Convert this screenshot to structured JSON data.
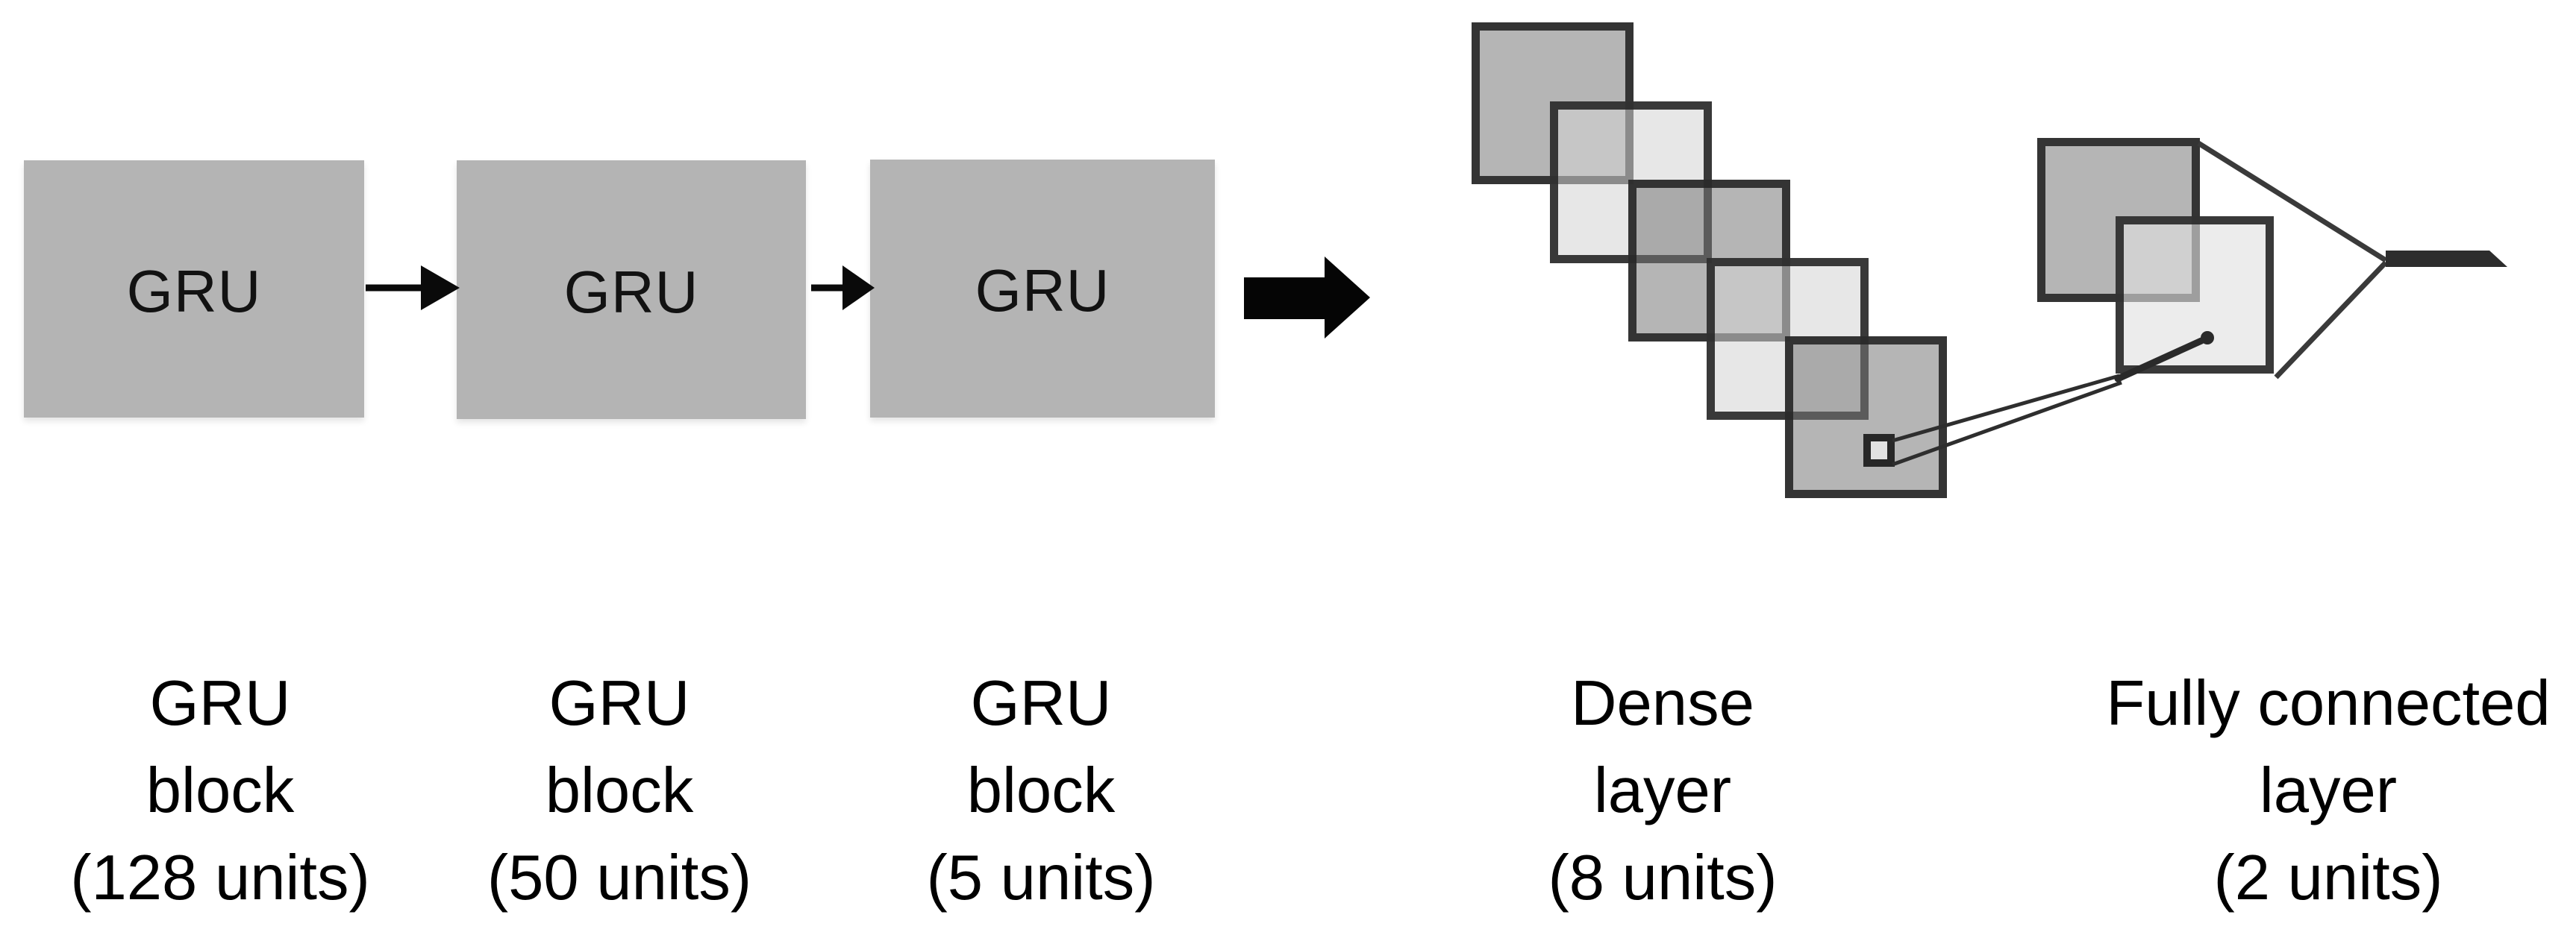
{
  "diagram": {
    "blocks": [
      {
        "label": "GRU"
      },
      {
        "label": "GRU"
      },
      {
        "label": "GRU"
      }
    ],
    "captions": [
      {
        "lines": [
          "GRU",
          "block",
          "(128 units)"
        ]
      },
      {
        "lines": [
          "GRU",
          "block",
          "(50 units)"
        ]
      },
      {
        "lines": [
          "GRU",
          "block",
          "(5 units)"
        ]
      },
      {
        "lines": [
          "Dense",
          "layer",
          "(8 units)"
        ]
      },
      {
        "lines": [
          "Fully connected",
          "layer",
          "(2 units)"
        ]
      }
    ],
    "colors": {
      "block_fill": "#b4b4b4",
      "square_dark_fill": "#b1b1b1",
      "square_light_fill": "#e6e6e6",
      "square_border": "#262626",
      "arrow": "#000000",
      "text": "#000000"
    }
  }
}
